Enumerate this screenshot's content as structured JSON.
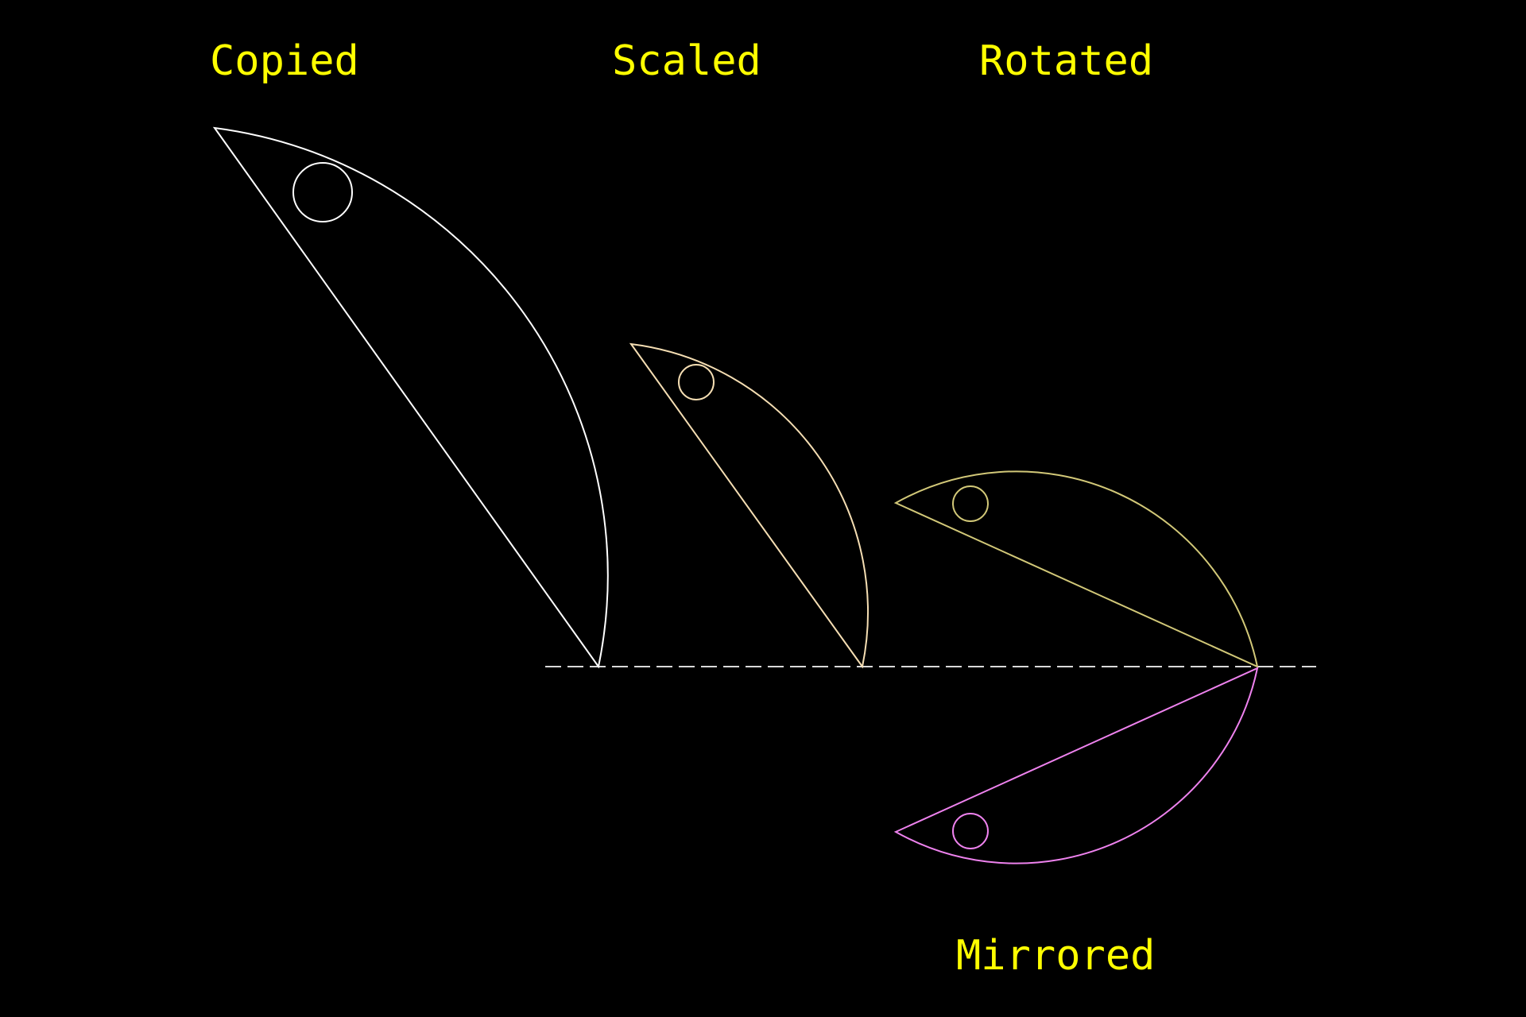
{
  "labels": {
    "copied": "Copied",
    "scaled": "Scaled",
    "rotated": "Rotated",
    "mirrored": "Mirrored"
  },
  "colors": {
    "background": "#000000",
    "label": "#ffff00",
    "copied": "#ffffff",
    "scaled": "#f5deb3",
    "rotated": "#d2c878",
    "mirrored": "#ee82ee",
    "axis": "#d9d9d9"
  }
}
